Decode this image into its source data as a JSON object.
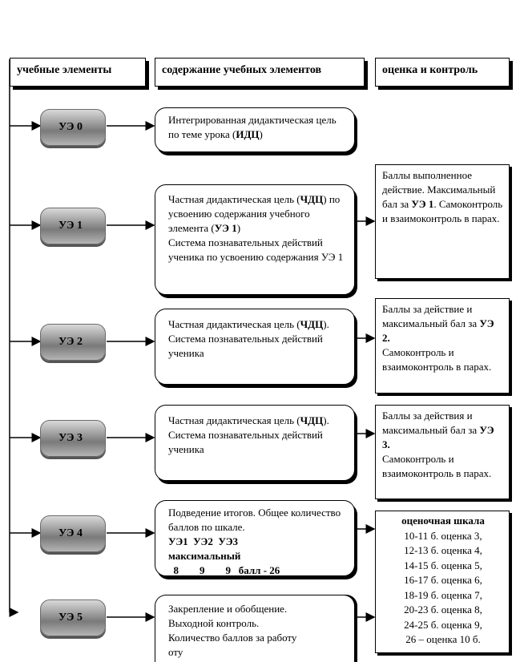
{
  "headers": {
    "elements": "учебные элементы",
    "content": "содержание учебных элементов",
    "evaluation": "оценка и контроль"
  },
  "elements": [
    {
      "id": "ue0",
      "label": "УЭ 0"
    },
    {
      "id": "ue1",
      "label": "УЭ 1"
    },
    {
      "id": "ue2",
      "label": "УЭ 2"
    },
    {
      "id": "ue3",
      "label": "УЭ 3"
    },
    {
      "id": "ue4",
      "label": "УЭ 4"
    },
    {
      "id": "ue5",
      "label": "УЭ 5"
    }
  ],
  "content": {
    "ue0": {
      "text_a": "Интегрированная дидактическая цель по теме урока (",
      "bold_a": "ИДЦ",
      "text_b": ")"
    },
    "ue1": {
      "line1": "Частная дидактическая цель",
      "bold1": "ЧДЦ",
      "line2": " по усвоению содержания учебного элемента",
      "bold2": "УЭ 1",
      "line3": "Система познавательных действий ученика по усвоению содержания  УЭ 1"
    },
    "ue2": {
      "line1": "Частная дидактическая цель",
      "bold1": "ЧДЦ",
      "line2": "Система познавательных действий ученика"
    },
    "ue3": {
      "line1": "Частная дидактическая цель",
      "bold1": "ЧДЦ",
      "line2": "Система познавательных действий ученика"
    },
    "ue4": {
      "line1": "Подведение итогов. Общее количество баллов по шкале.",
      "bold_row1": "УЭ1  УЭ2  УЭ3",
      "bold_row2": "максимальный",
      "bold_row3": "  8        9        9   балл - 26"
    },
    "ue5": {
      "line1": "Закрепление и обобщение.",
      "line2": "Выходной контроль.",
      "line3": "Количество баллов за работу",
      "line4": "оту"
    }
  },
  "evaluation": {
    "ue1": {
      "text_a": "Баллы  выполненное действие. Максимальный бал за",
      "bold_a": "УЭ 1",
      "text_b": ". Самоконтроль и взаимоконтроль в парах."
    },
    "ue2": {
      "text_a": "Баллы за действие и максимальный бал за",
      "bold_a": "УЭ 2.",
      "text_b": "Самоконтроль и взаимоконтроль в парах."
    },
    "ue3": {
      "text_a": "Баллы за действия и максимальный бал за",
      "bold_a": "УЭ 3.",
      "text_b": "Самоконтроль и взаимоконтроль в парах."
    },
    "scale": {
      "title": "оценочная шкала",
      "items": [
        "10-11 б. оценка 3,",
        "12-13 б. оценка 4,",
        "14-15 б. оценка 5,",
        "16-17 б. оценка 6,",
        "18-19 б. оценка 7,",
        "20-23 б. оценка 8,",
        "24-25 б. оценка 9,",
        "26  – оценка 10 б."
      ]
    }
  }
}
